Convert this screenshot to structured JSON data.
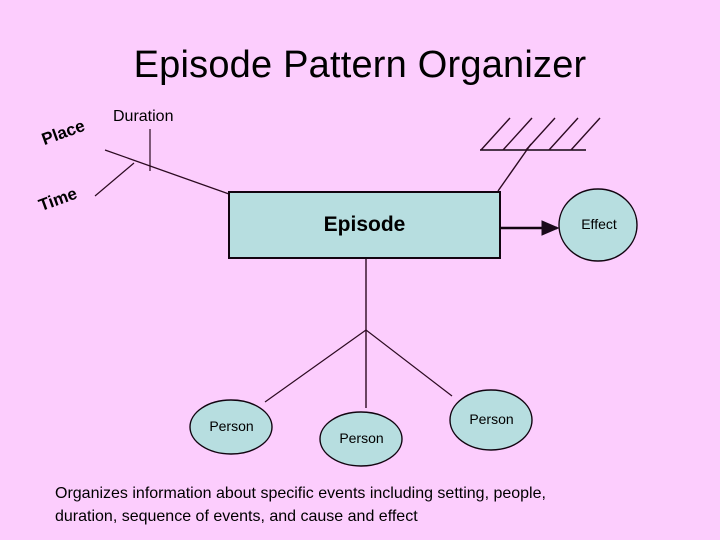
{
  "slide": {
    "title": "Episode Pattern Organizer",
    "background_color": "#fccdfd",
    "node_fill_color": "#b7dee0",
    "line_color": "#000000",
    "text_color": "#000000"
  },
  "diagram": {
    "center_node": {
      "label": "Episode",
      "shape": "rectangle"
    },
    "effect_node": {
      "label": "Effect",
      "shape": "ellipse"
    },
    "setting_labels": [
      {
        "label": "Duration",
        "orientation": "horizontal"
      },
      {
        "label": "Place",
        "orientation": "rotated"
      },
      {
        "label": "Time",
        "orientation": "rotated"
      }
    ],
    "person_nodes": [
      {
        "label": "Person",
        "shape": "ellipse"
      },
      {
        "label": "Person",
        "shape": "ellipse"
      },
      {
        "label": "Person",
        "shape": "ellipse"
      }
    ],
    "sequence_marker": {
      "name": "hatched-sequence-line",
      "hatch_count": 5
    }
  },
  "caption": {
    "line1": "Organizes information about specific events including setting, people,",
    "line2": "duration, sequence of events, and cause and effect"
  }
}
